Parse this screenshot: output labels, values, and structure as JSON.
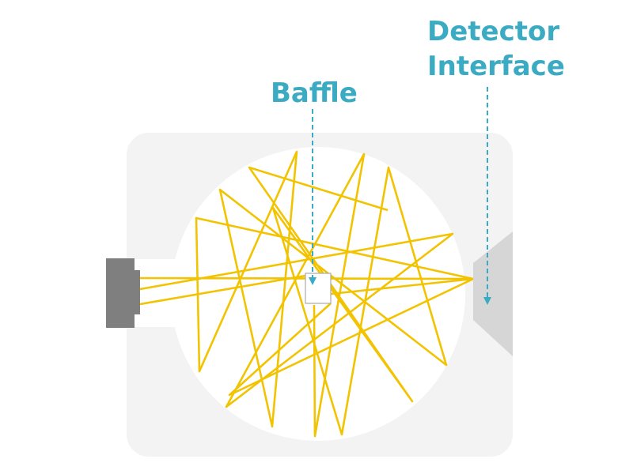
{
  "labels": {
    "baffle": "Baffle",
    "detector_line1": "Detector",
    "detector_line2": "Interface"
  },
  "colors": {
    "label": "#3aabc2",
    "leader": "#3aabc2",
    "housing": "#f3f3f3",
    "sphere_interior": "#ffffff",
    "rays": "#f2c300",
    "source": "#7f7f7f",
    "detector_port": "#d6d6d6",
    "baffle_fill": "#ffffff",
    "baffle_stroke": "#aaaaaa"
  }
}
